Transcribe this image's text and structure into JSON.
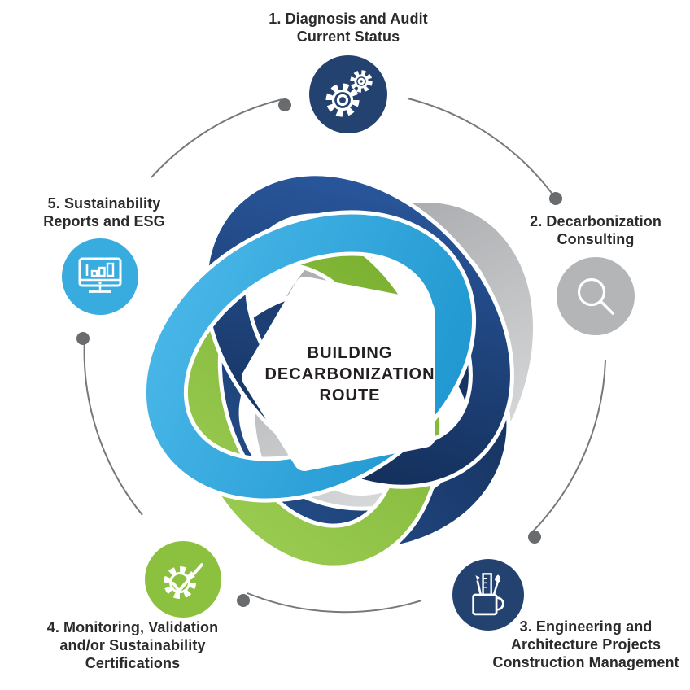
{
  "diagram": {
    "name": "Building Decarbonization Route",
    "center_title": {
      "line1": "BUILDING",
      "line2": "DECARBONIZATION",
      "line3": "ROUTE"
    }
  },
  "steps": [
    {
      "number": "1",
      "label": "1. Diagnosis and Audit Current Status",
      "line1": "1. Diagnosis and Audit",
      "line2": "Current Status",
      "icon": "gears-icon",
      "circle_color": "#24426f"
    },
    {
      "number": "2",
      "label": "2. Decarbonization Consulting",
      "line1": "2. Decarbonization",
      "line2": "Consulting",
      "icon": "magnifier-icon",
      "circle_color": "#b3b5b7"
    },
    {
      "number": "3",
      "label": "3. Engineering and Architecture Projects Construction Management",
      "line1": "3. Engineering and",
      "line2": "Architecture Projects",
      "line3": "Construction Management",
      "icon": "design-tools-mug-icon",
      "circle_color": "#24426f"
    },
    {
      "number": "4",
      "label": "4. Monitoring, Validation and/or Sustainability Certifications",
      "line1": "4. Monitoring, Validation",
      "line2": "and/or Sustainability",
      "line3": "Certifications",
      "icon": "gear-check-icon",
      "circle_color": "#8cc140"
    },
    {
      "number": "5",
      "label": "5. Sustainability Reports and ESG",
      "line1": "5. Sustainability",
      "line2": "Reports and ESG",
      "icon": "monitor-bar-chart-icon",
      "circle_color": "#38abdf"
    }
  ],
  "knot": {
    "colors": {
      "navy": "#1d3e78",
      "navy_dark": "#122c55",
      "light_blue": "#29b0e6",
      "green": "#8cc63e",
      "gray": "#b1b3b5"
    }
  },
  "connectors": {
    "arc_color": "#77787b",
    "dot_color": "#6a6b6d"
  }
}
